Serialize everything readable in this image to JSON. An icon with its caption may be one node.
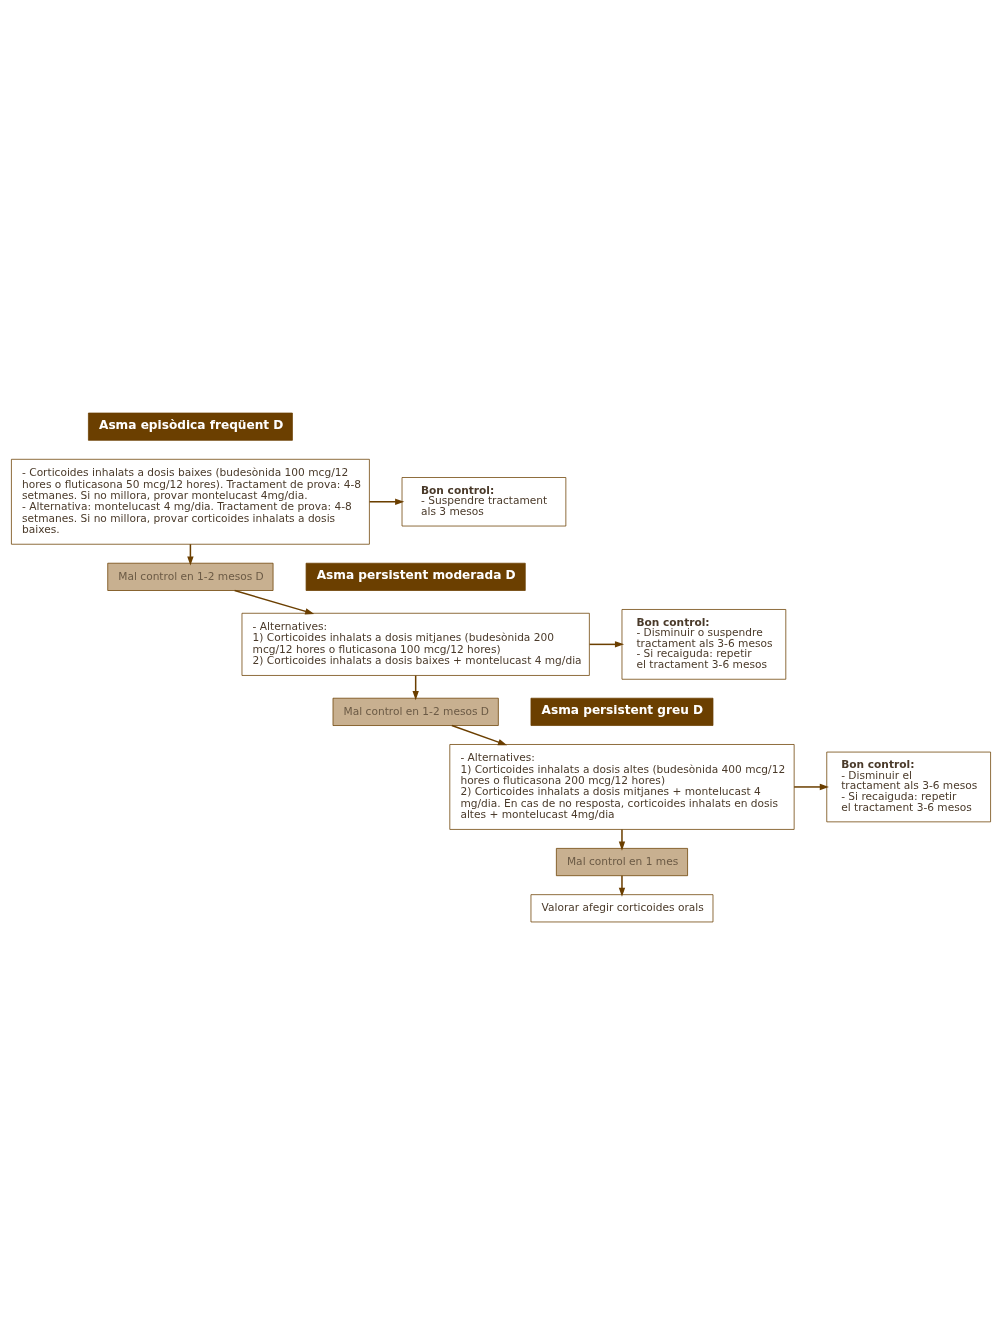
{
  "diagram": {
    "nodes": [
      {
        "text": [
          "Asma episòdica freqüent D"
        ]
      },
      {
        "text": [
          "- Corticoides inhalats a dosis baixes (budesònida 100 mcg/12 hores o fluticasona 50 mcg/12 hores). Tractament de prova: 4-8 setmanes. Si no millora, provar montelucast 4mg/dia.",
          "- Alternativa: montelucast 4 mg/dia. Tractament de prova: 4-8 setmanes. Si no millora, provar corticoides inhalats a dosis baixes."
        ]
      },
      {
        "text": [
          "Bon control:",
          "- Suspendre tractament als 3 mesos"
        ]
      },
      {
        "text": [
          "Mal control en 1-2 mesos D"
        ]
      },
      {
        "text": [
          "Asma persistent moderada D"
        ]
      },
      {
        "text": [
          "- Alternatives:",
          "1) Corticoides inhalats a dosis mitjanes (budesònida 200 mcg/12 hores o fluticasona 100 mcg/12 hores)",
          "2) Corticoides inhalats a dosis baixes + montelucast 4 mg/dia"
        ]
      },
      {
        "text": [
          "Bon control:",
          "- Disminuir o suspendre tractament als 3-6 mesos",
          "- Si recaiguda: repetir el tractament 3-6 mesos"
        ]
      },
      {
        "text": [
          "Mal control en 1-2 mesos D"
        ]
      },
      {
        "text": [
          "Asma persistent greu D"
        ]
      },
      {
        "text": [
          "- Alternatives:",
          "1) Corticoides inhalats a dosis altes (budesònida 400 mcg/12 hores o fluticasona 200 mcg/12 hores)",
          "2) Corticoides inhalats a dosis mitjanes + montelucast 4 mg/dia. En cas de no resposta, corticoides inhalats en dosis altes + montelucast 4mg/dia"
        ]
      },
      {
        "text": [
          "Bon control:",
          "- Disminuir el tractament als 3-6 mesos",
          "- Si recaiguda: repetir el tractament 3-6 mesos"
        ]
      },
      {
        "text": [
          "Mal control en 1 mes"
        ]
      },
      {
        "text": [
          "Valorar afegir corticoides orals"
        ]
      }
    ],
    "edges": [
      {
        "from": 1,
        "to": 2,
        "arrow": "to"
      },
      {
        "from": 1,
        "to": 3,
        "arrow": "to"
      },
      {
        "from": 3,
        "to": 5,
        "arrow": "to"
      },
      {
        "from": 5,
        "to": 6,
        "arrow": "to"
      },
      {
        "from": 5,
        "to": 7,
        "arrow": "to"
      },
      {
        "from": 7,
        "to": 9,
        "arrow": "to"
      },
      {
        "from": 9,
        "to": 10,
        "arrow": "to"
      },
      {
        "from": 9,
        "to": 11,
        "arrow": "to"
      },
      {
        "from": 11,
        "to": 12,
        "arrow": "to"
      }
    ]
  }
}
